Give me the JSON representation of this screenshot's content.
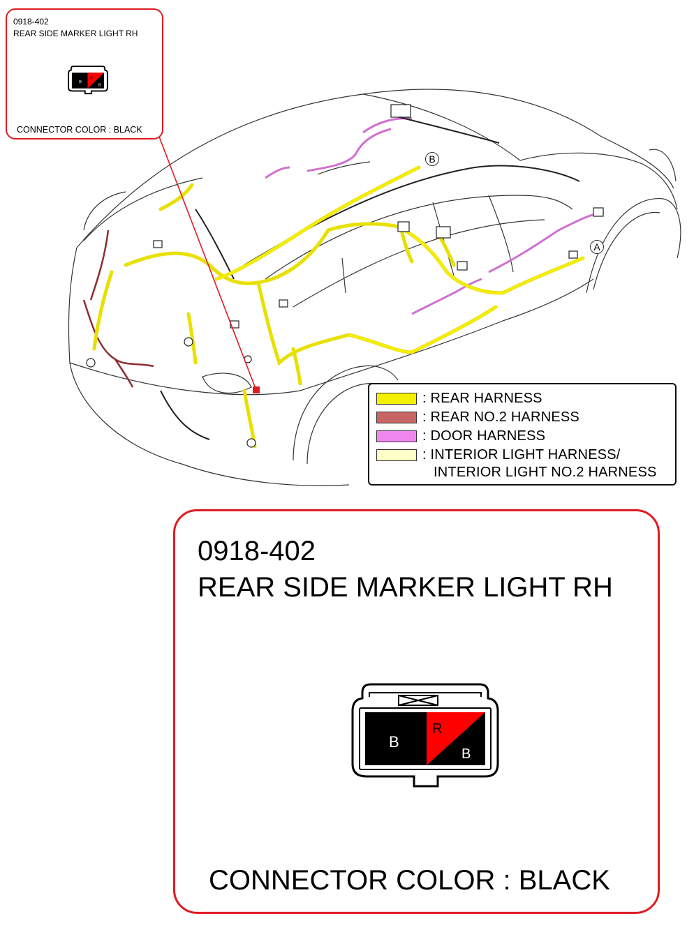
{
  "connector": {
    "code": "0918-402",
    "name": "REAR SIDE MARKER LIGHT RH",
    "color_label": "CONNECTOR COLOR : BLACK",
    "pins": [
      "B",
      "R",
      "B"
    ]
  },
  "legend": {
    "items": [
      {
        "label": ": REAR HARNESS",
        "color": "#f5f000"
      },
      {
        "label": ": REAR NO.2 HARNESS",
        "color": "#c86464"
      },
      {
        "label": ": DOOR HARNESS",
        "color": "#ee88ee"
      },
      {
        "label": ": INTERIOR LIGHT HARNESS/",
        "color": "#ffffc8"
      }
    ],
    "continuation": "INTERIOR LIGHT NO.2 HARNESS"
  },
  "markers": {
    "a": "A",
    "b": "B"
  },
  "colors": {
    "callout_border": "#e01b22",
    "pin_red": "#ff0000",
    "pin_black": "#000000"
  }
}
